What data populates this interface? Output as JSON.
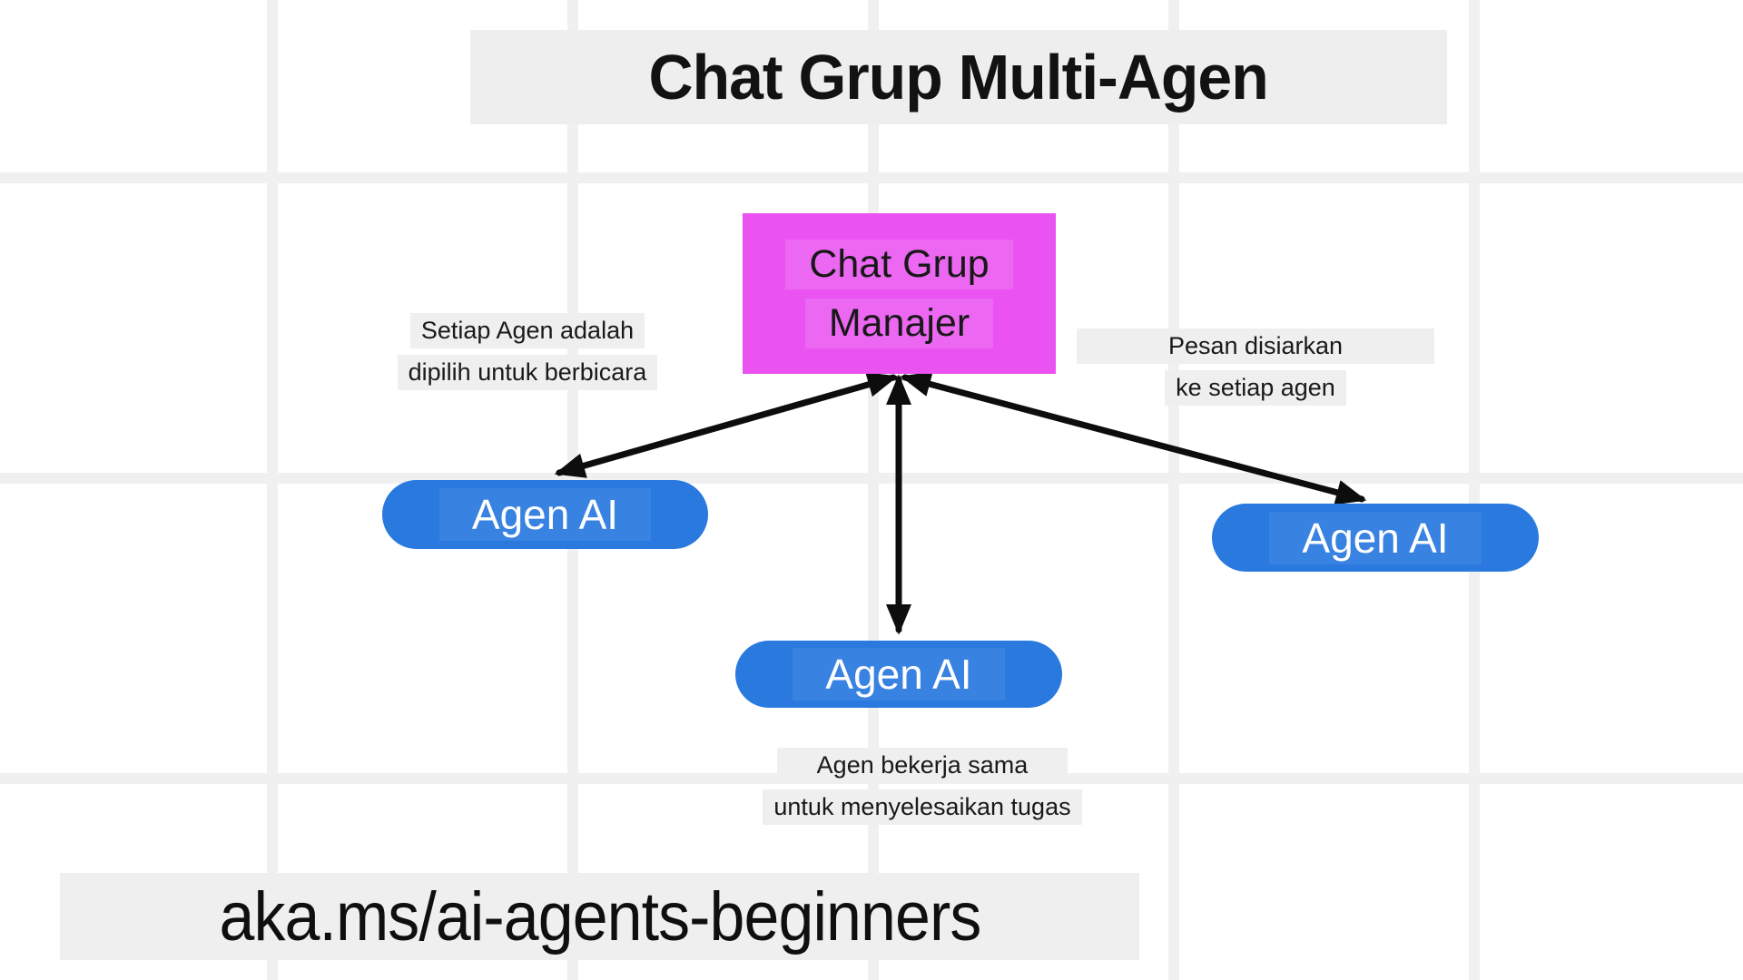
{
  "colors": {
    "magenta": "#ea52f1",
    "blue": "#2979df",
    "note-gray": "#efefef",
    "arrow": "#0d0d0d"
  },
  "title": "Chat Grup Multi-Agen",
  "manager": {
    "line1": "Chat Grup",
    "line2": "Manajer"
  },
  "agents": [
    {
      "label": "Agen AI"
    },
    {
      "label": "Agen AI"
    },
    {
      "label": "Agen AI"
    }
  ],
  "annotations": {
    "left": {
      "line1": "Setiap Agen adalah",
      "line2": "dipilih untuk berbicara"
    },
    "right": {
      "line1": "Pesan disiarkan",
      "line2": "ke setiap agen"
    },
    "bottom": {
      "line1": "Agen bekerja sama",
      "line2": "untuk menyelesaikan tugas"
    }
  },
  "footer": {
    "url": "aka.ms/ai-agents-beginners"
  }
}
